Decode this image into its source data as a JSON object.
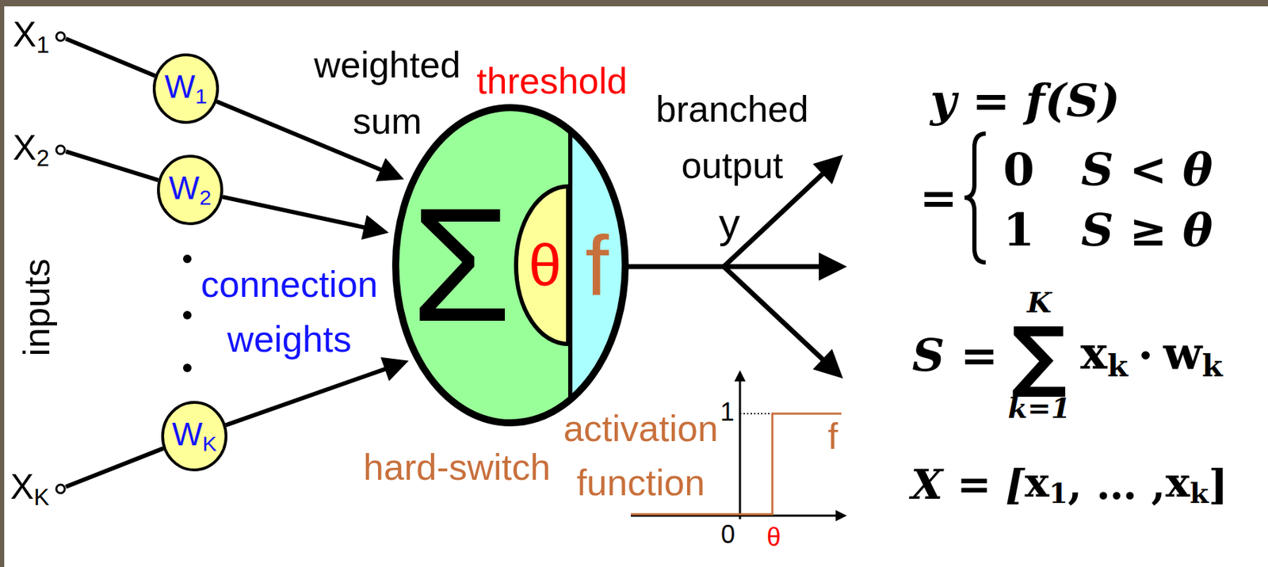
{
  "diagram": {
    "nodes": [
      {
        "text": [
          "X1"
        ]
      },
      {
        "text": [
          "W1"
        ]
      },
      {
        "text": [
          "X2"
        ]
      },
      {
        "text": [
          "W2"
        ]
      },
      {
        "text": [
          "XK"
        ]
      },
      {
        "text": [
          "WK"
        ]
      },
      {
        "text": [
          "Σ",
          "f"
        ]
      },
      {
        "text": [
          "θ"
        ],
        "in": 6
      }
    ],
    "edges": [
      {
        "from": 0,
        "to": 1,
        "arrow": "none"
      },
      {
        "from": 1,
        "to": 6,
        "arrow": "to"
      },
      {
        "from": 2,
        "to": 3,
        "arrow": "none"
      },
      {
        "from": 3,
        "to": 6,
        "arrow": "to"
      },
      {
        "from": 4,
        "to": 5,
        "arrow": "none"
      },
      {
        "from": 5,
        "to": 6,
        "arrow": "to"
      }
    ],
    "labels": [
      "inputs",
      "weighted sum",
      "threshold",
      "branched output",
      "y",
      "connection weights",
      "hard-switch",
      "activation function",
      "1",
      "0",
      "θ",
      "f",
      "y = f(S)",
      "=",
      "0",
      "S < θ",
      "1",
      "S ≥ θ",
      "S =",
      "K",
      "∑",
      "k=1",
      "xk",
      "·",
      "wk",
      "X = [",
      "x1",
      ", … ,",
      "xk",
      "]"
    ]
  }
}
